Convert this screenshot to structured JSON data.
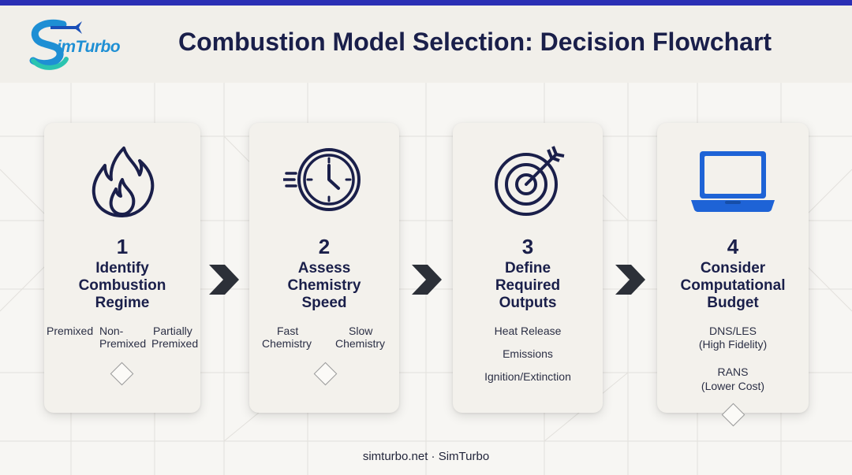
{
  "header": {
    "logo_text": "imTurbo",
    "logo_letter": "S",
    "title": "Combustion Model Selection: Decision Flowchart"
  },
  "steps": [
    {
      "number": "1",
      "heading": [
        "Identify",
        "Combustion",
        "Regime"
      ],
      "icon": "flame-icon",
      "options": [
        "Premixed",
        "Non-",
        "Premixed",
        "Partially",
        "Premixed"
      ]
    },
    {
      "number": "2",
      "heading": [
        "Assess",
        "Chemistry",
        "Speed"
      ],
      "icon": "clock-icon",
      "options": [
        "Fast",
        "Chemistry",
        "Slow",
        "Chemistry"
      ]
    },
    {
      "number": "3",
      "heading": [
        "Define",
        "Required",
        "Outputs"
      ],
      "icon": "target-icon",
      "options": [
        "Heat Release",
        "Emissions",
        "Ignition/Extinction"
      ]
    },
    {
      "number": "4",
      "heading": [
        "Consider",
        "Computational",
        "Budget"
      ],
      "icon": "laptop-icon",
      "options": [
        "DNS/LES",
        "(High Fidelity)",
        "RANS",
        "(Lower Cost)"
      ]
    }
  ],
  "footer": {
    "text": "simturbo.net · SimTurbo"
  },
  "colors": {
    "accent_bar": "#2b2fb5",
    "icon_navy": "#1a1f4a",
    "laptop_blue": "#1e63d6",
    "logo_blue": "#1e8fd4",
    "logo_teal": "#2bc4b0"
  }
}
